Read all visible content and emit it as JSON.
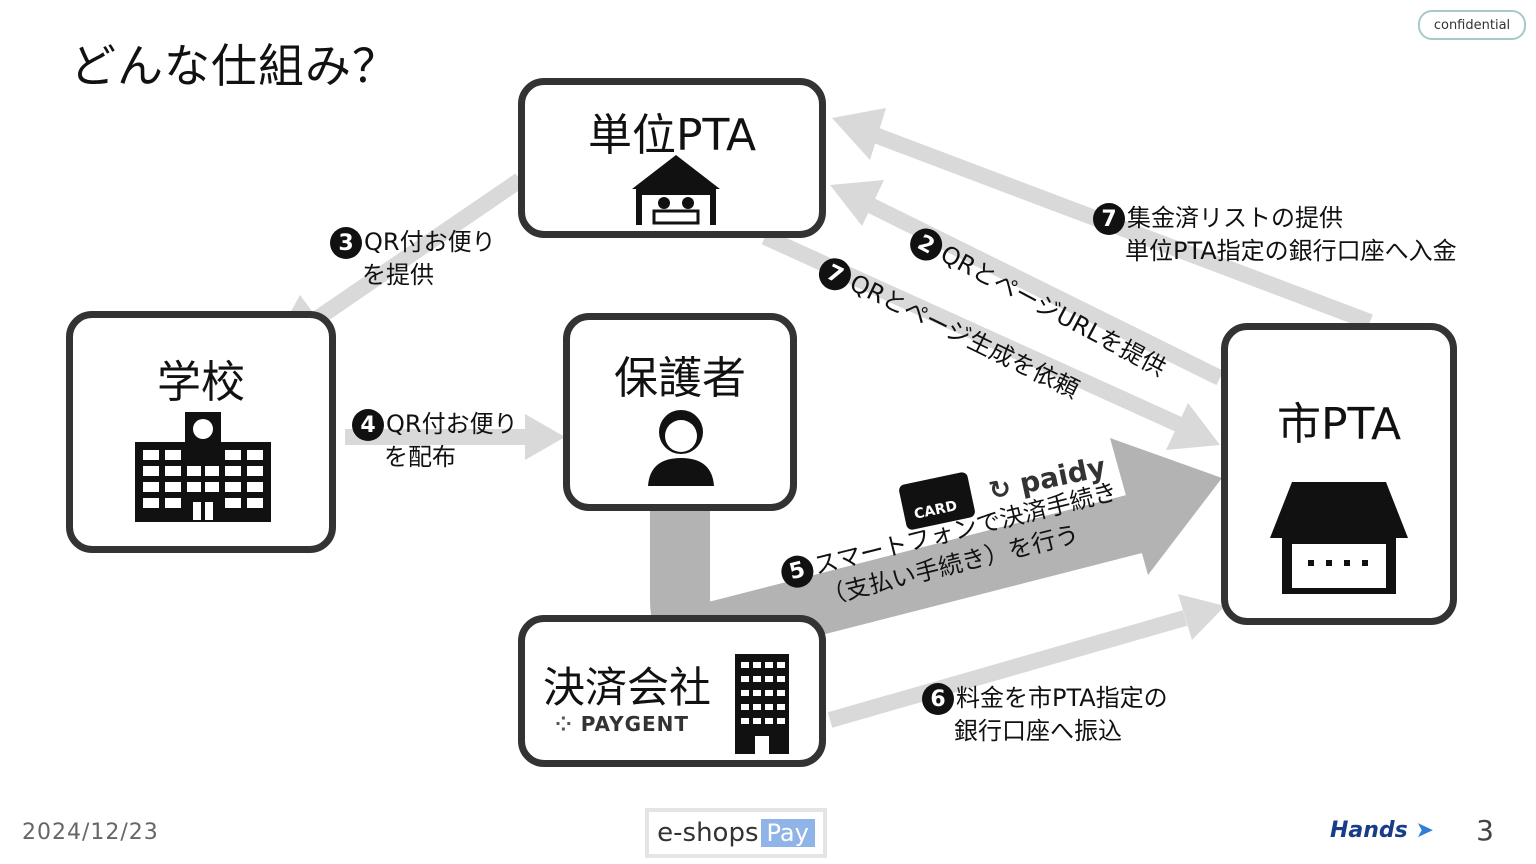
{
  "title": "どんな仕組み？",
  "confidential": "confidential",
  "nodes": {
    "tanni_pta": "単位PTA",
    "gakkou": "学校",
    "hogosha": "保護者",
    "kessai": "決済会社",
    "shi_pta": "市PTA"
  },
  "steps": {
    "s2": {
      "num": "2",
      "text": "QRとページURLを提供"
    },
    "s3": {
      "num": "3",
      "line1": "QR付お便り",
      "line2": "を提供"
    },
    "s4": {
      "num": "4",
      "line1": "QR付お便り",
      "line2": "を配布"
    },
    "s5": {
      "num": "5",
      "line1": "スマートフォンで決済手続き",
      "line2": "（支払い手続き）を行う"
    },
    "s6": {
      "num": "6",
      "line1": "料金を市PTA指定の",
      "line2": "銀行口座へ振込"
    },
    "s7a": {
      "num": "7",
      "line1": "集金済リストの提供",
      "line2": "単位PTA指定の銀行口座へ入金"
    },
    "s7b": {
      "num": "7",
      "text": "QRとページ生成を依頼"
    }
  },
  "logos": {
    "card": "CARD",
    "paidy": "paidy",
    "paygent": "PAYGENT",
    "eshops_main": "e-shops",
    "eshops_pay": "Pay",
    "hands": "Hands"
  },
  "footer": {
    "date": "2024/12/23",
    "page": "3"
  },
  "colors": {
    "arrow": "#d9d9d9",
    "arrow_dark": "#b3b3b3",
    "border": "#333333",
    "confidential_border": "#a9c9c9"
  }
}
